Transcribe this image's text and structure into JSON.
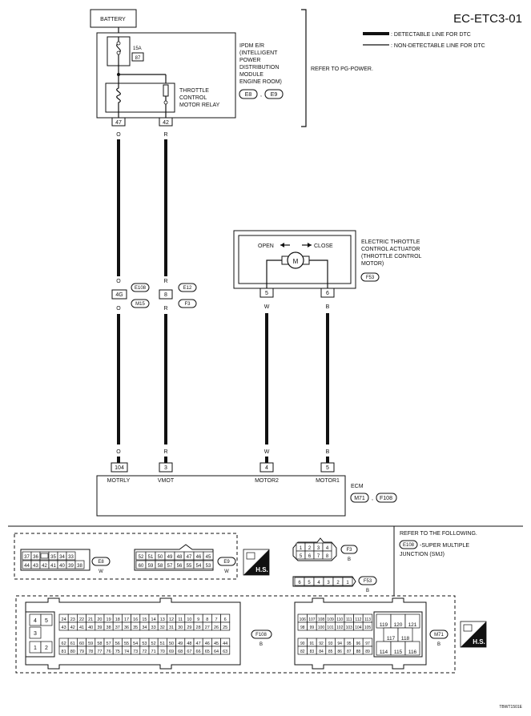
{
  "diagram_id": "EC-ETC3-01",
  "legend": {
    "detectable": ": DETECTABLE LINE FOR DTC",
    "non_detectable": ": NON-DETECTABLE LINE FOR DTC"
  },
  "battery": "BATTERY",
  "fuse": {
    "rating": "15A",
    "number": "87"
  },
  "ipdm": {
    "lines": [
      "IPDM E/R",
      "(INTELLIGENT",
      "POWER",
      "DISTRIBUTION",
      "MODULE",
      "ENGINE ROOM)"
    ],
    "conn1": "E8",
    "sep": ",",
    "conn2": "E9"
  },
  "refer_pg": "REFER TO PG-POWER.",
  "relay": {
    "lines": [
      "THROTTLE",
      "CONTROL",
      "MOTOR RELAY"
    ]
  },
  "ipdm_pins": {
    "left": "47",
    "right": "42"
  },
  "wire_colors": {
    "o": "O",
    "r": "R",
    "w": "W",
    "b": "B"
  },
  "junction": {
    "pin_left": "4G",
    "conn_left_top": "E108",
    "conn_left_bottom": "M15",
    "pin_right": "8",
    "conn_right_top": "E12",
    "conn_right_bottom": "F3"
  },
  "actuator": {
    "lines": [
      "ELECTRIC THROTTLE",
      "CONTROL ACTUATOR",
      "(THROTTLE CONTROL",
      " MOTOR)"
    ],
    "conn": "F53",
    "open": "OPEN",
    "close": "CLOSE",
    "motor": "M",
    "pin_left": "5",
    "pin_right": "6"
  },
  "ecm": {
    "label": "ECM",
    "conn1": "M71",
    "sep": ",",
    "conn2": "F108",
    "pins": [
      {
        "num": "104",
        "name": "MOTRLY"
      },
      {
        "num": "3",
        "name": "VMOT"
      },
      {
        "num": "4",
        "name": "MOTOR2"
      },
      {
        "num": "5",
        "name": "MOTOR1"
      }
    ]
  },
  "connectors": {
    "e8": {
      "id": "E8",
      "color": "W",
      "row1": [
        "37",
        "36",
        "",
        "35",
        "34",
        "33"
      ],
      "row2": [
        "44",
        "43",
        "42",
        "41",
        "40",
        "39",
        "38"
      ]
    },
    "e9": {
      "id": "E9",
      "color": "W",
      "row1": [
        "52",
        "51",
        "50",
        "49",
        "48",
        "47",
        "46",
        "45"
      ],
      "row2": [
        "60",
        "59",
        "58",
        "57",
        "56",
        "55",
        "54",
        "53"
      ]
    },
    "f3": {
      "id": "F3",
      "color": "B",
      "row1": [
        "1",
        "2",
        "3",
        "4"
      ],
      "row2": [
        "5",
        "6",
        "7",
        "8"
      ]
    },
    "f53": {
      "id": "F53",
      "color": "B",
      "row1": [
        "6",
        "5",
        "4",
        "3",
        "2",
        "1"
      ]
    },
    "f108": {
      "id": "F108",
      "color": "B",
      "block": [
        "4",
        "5",
        "3",
        "1",
        "2"
      ],
      "row1": [
        "24",
        "23",
        "22",
        "21",
        "20",
        "19",
        "18",
        "17",
        "16",
        "15",
        "14",
        "13",
        "12",
        "11",
        "10",
        "9",
        "8",
        "7",
        "6"
      ],
      "row2": [
        "43",
        "42",
        "41",
        "40",
        "39",
        "38",
        "37",
        "36",
        "35",
        "34",
        "33",
        "32",
        "31",
        "30",
        "29",
        "28",
        "27",
        "26",
        "25"
      ],
      "row3": [
        "62",
        "61",
        "60",
        "59",
        "58",
        "57",
        "56",
        "55",
        "54",
        "53",
        "52",
        "51",
        "50",
        "49",
        "48",
        "47",
        "46",
        "45",
        "44"
      ],
      "row4": [
        "81",
        "80",
        "79",
        "78",
        "77",
        "76",
        "75",
        "74",
        "73",
        "72",
        "71",
        "70",
        "69",
        "68",
        "67",
        "66",
        "65",
        "64",
        "63"
      ]
    },
    "m71": {
      "id": "M71",
      "color": "B",
      "row1": [
        "106",
        "107",
        "108",
        "109",
        "110",
        "111",
        "112",
        "113"
      ],
      "row2": [
        "98",
        "99",
        "100",
        "101",
        "102",
        "103",
        "104",
        "105"
      ],
      "row3": [
        "90",
        "91",
        "92",
        "93",
        "94",
        "95",
        "96",
        "97"
      ],
      "row4": [
        "82",
        "83",
        "84",
        "85",
        "86",
        "87",
        "88",
        "89"
      ],
      "big_row1": [
        "119",
        "120",
        "121"
      ],
      "big_row2": [
        "117",
        "118"
      ],
      "big_row3": [
        "114",
        "115",
        "116"
      ]
    }
  },
  "hs_label": "H.S.",
  "refer_following": {
    "line1": "REFER TO THE FOLLOWING.",
    "conn": "E108",
    "text": "-SUPER MULTIPLE",
    "line3": "JUNCTION (SMJ)"
  },
  "footer": "TBWT1501E"
}
